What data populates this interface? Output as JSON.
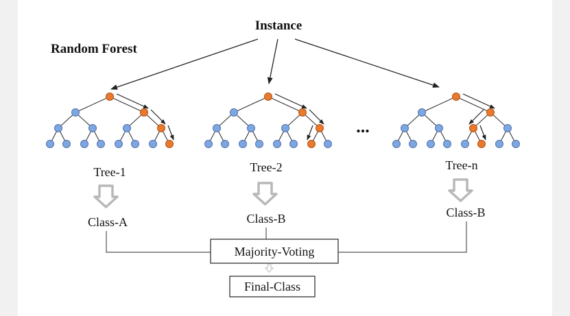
{
  "diagram": {
    "title": "Random Forest",
    "root_label": "Instance",
    "ellipsis": "...",
    "trees": [
      {
        "label": "Tree-1",
        "class_label": "Class-A",
        "path": [
          0,
          2,
          6,
          14
        ]
      },
      {
        "label": "Tree-2",
        "class_label": "Class-B",
        "path": [
          0,
          2,
          6,
          13
        ]
      },
      {
        "label": "Tree-n",
        "class_label": "Class-B",
        "path": [
          0,
          2,
          5,
          12
        ]
      }
    ],
    "aggregator": "Majority-Voting",
    "output": "Final-Class",
    "colors": {
      "node_default": "#7ea6e0",
      "node_default_stroke": "#4f73ae",
      "node_path": "#e8792d",
      "node_path_stroke": "#b35416",
      "edge": "#333333",
      "block_arrow": "#b8b8b8",
      "box_border": "#333333",
      "edge_strip": "#f1f1f1"
    }
  }
}
